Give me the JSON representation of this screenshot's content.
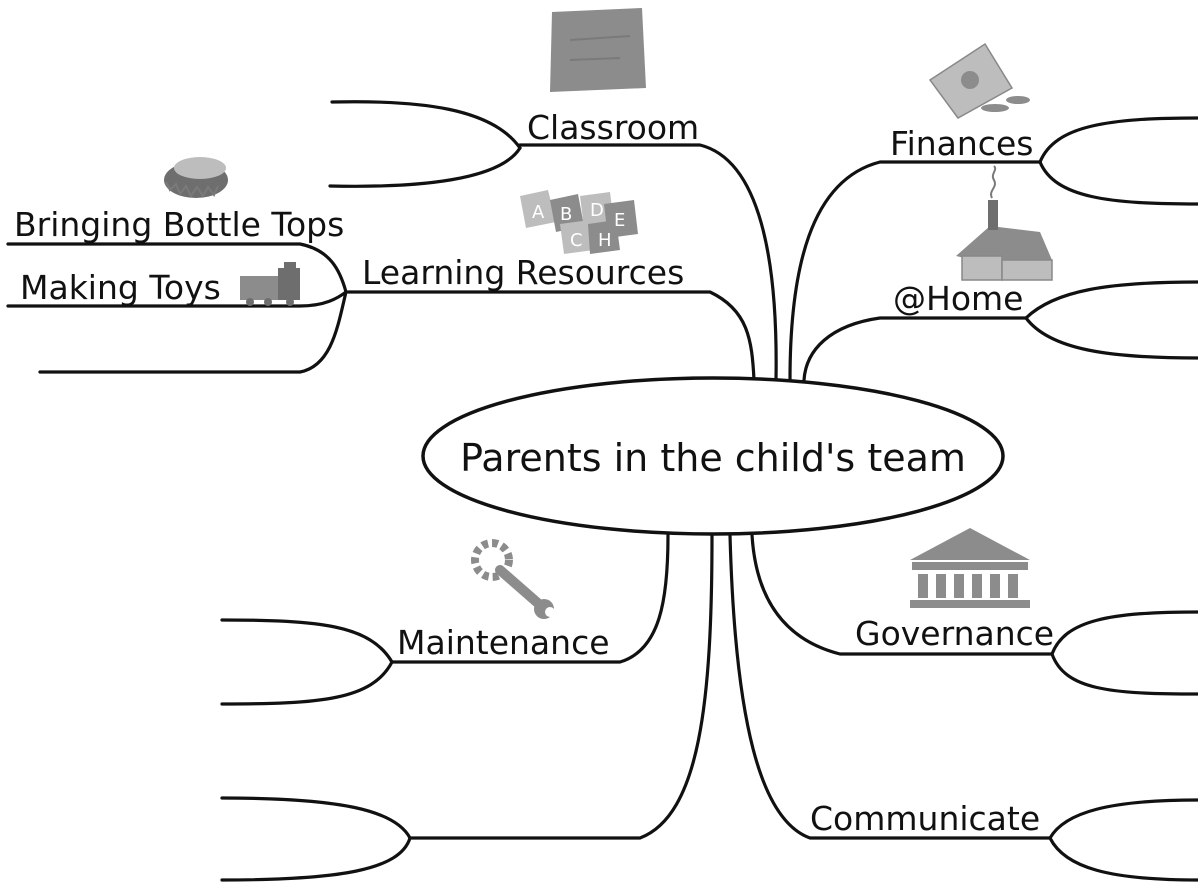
{
  "central_topic": "Parents in the child's team",
  "branches": {
    "classroom": "Classroom",
    "learning_resources": "Learning Resources",
    "bringing_bottle_tops": "Bringing Bottle Tops",
    "making_toys": "Making Toys",
    "finances": "Finances",
    "home": "@Home",
    "maintenance": "Maintenance",
    "governance": "Governance",
    "communicate": "Communicate"
  },
  "icons": {
    "classroom": "chalkboard-icon",
    "learning_resources": "alphabet-blocks-icon",
    "bringing_bottle_tops": "bottle-cap-icon",
    "making_toys": "toy-train-icon",
    "finances": "money-icon",
    "home": "house-icon",
    "maintenance": "wrench-gear-icon",
    "governance": "government-building-icon"
  },
  "blocks_letters": [
    "A",
    "B",
    "C",
    "D",
    "E",
    "H"
  ],
  "colors": {
    "line": "#111111",
    "icon": "#8c8c8c",
    "background": "#ffffff"
  }
}
